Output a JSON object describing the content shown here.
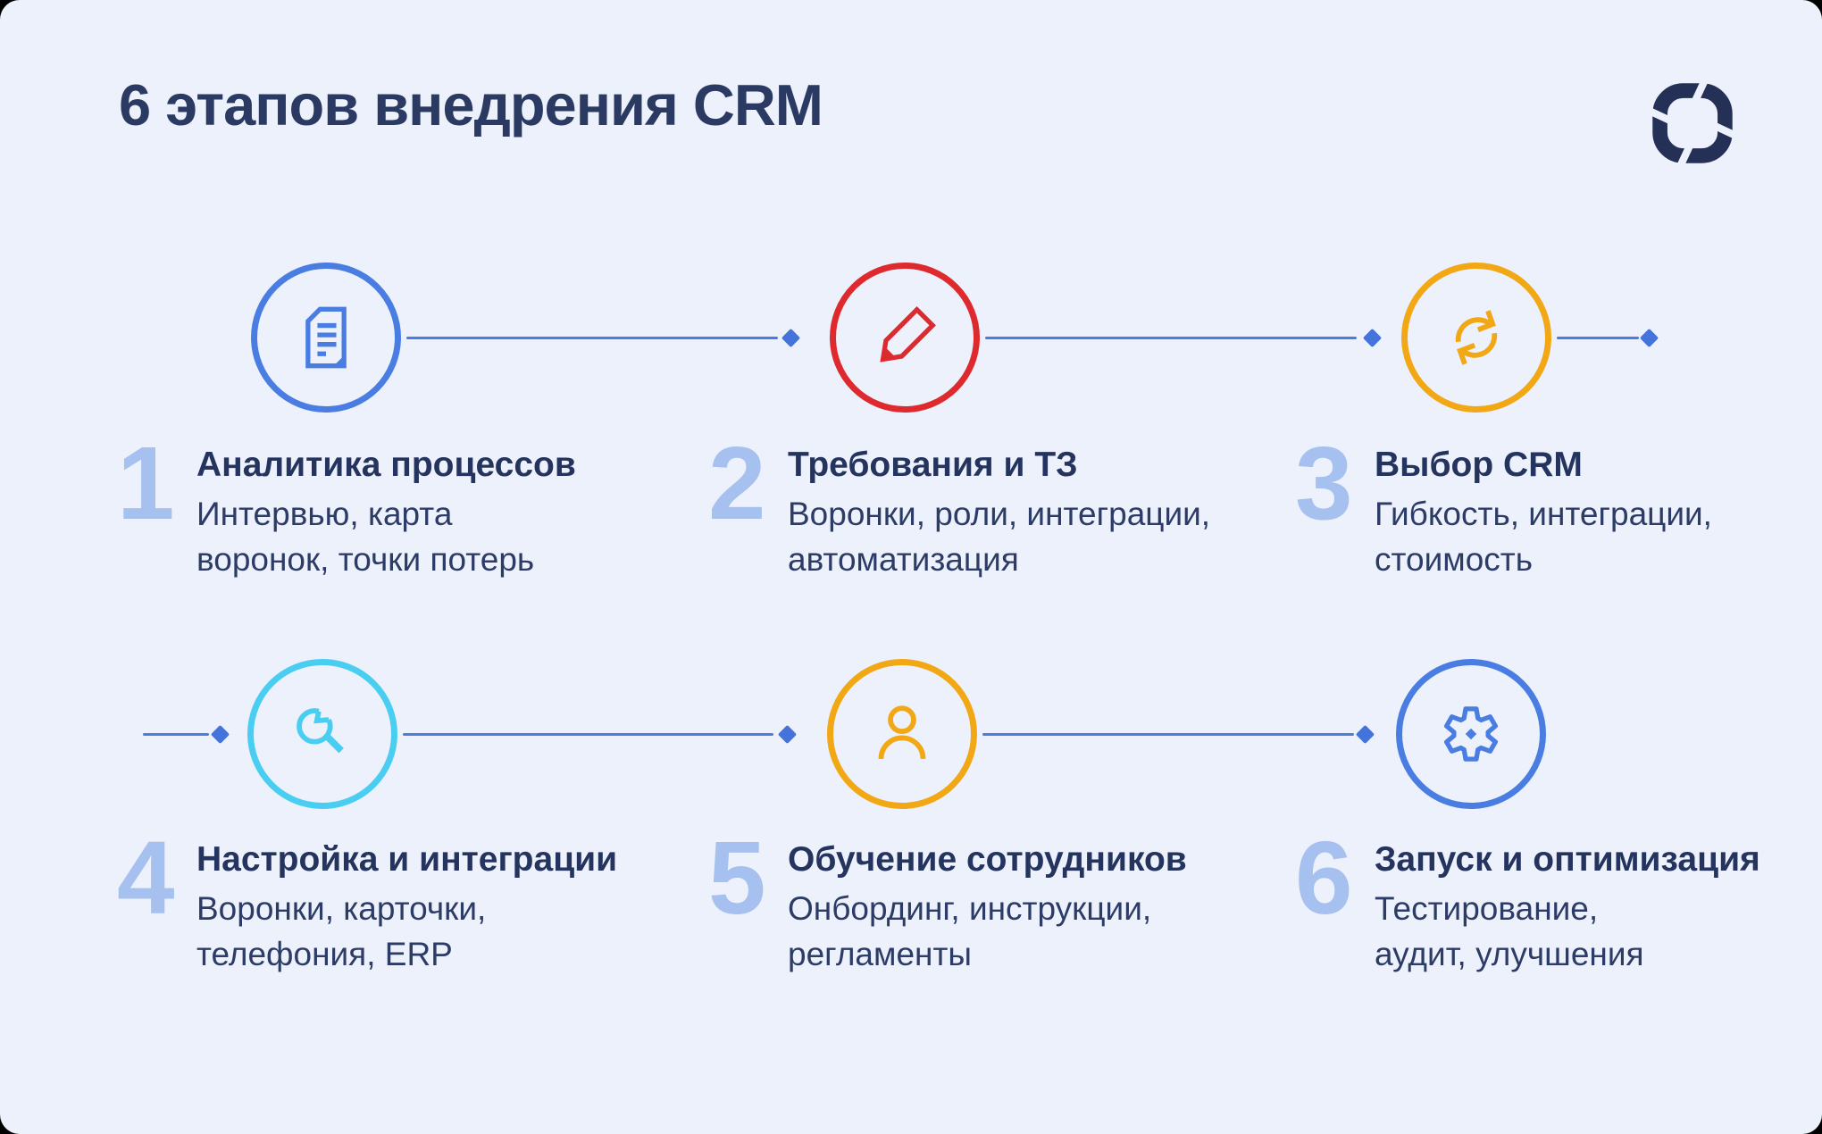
{
  "page": {
    "title": "6 этапов внедрения CRM",
    "background_color": "#ECF1FB",
    "title_color": "#2B3A63"
  },
  "logo": {
    "name": "rounded-square-segmented-mark",
    "color": "#253057"
  },
  "connector": {
    "line_color": "#4B7CDF",
    "arrow_color": "#4573DC",
    "arrow_shape": "diamond"
  },
  "palette": {
    "step_number": "#A6C1EF",
    "step_title": "#25345E",
    "step_description": "#2D3C66",
    "blue": "#4A7DE2",
    "red": "#DE2A2E",
    "yellow": "#F2A714",
    "cyan": "#49CEF2"
  },
  "steps": [
    {
      "number": "1",
      "title": "Аналитика процессов",
      "desc_lines": [
        "Интервью, карта",
        "воронок, точки потерь"
      ],
      "icon": "document-icon",
      "accent": "#4A7DE2"
    },
    {
      "number": "2",
      "title": "Требования и ТЗ",
      "desc_lines": [
        "Воронки, роли, интеграции,",
        "автоматизация"
      ],
      "icon": "pencil-icon",
      "accent": "#DE2A2E"
    },
    {
      "number": "3",
      "title": "Выбор CRM",
      "desc_lines": [
        "Гибкость, интеграции,",
        "стоимость"
      ],
      "icon": "sync-icon",
      "accent": "#F2A714"
    },
    {
      "number": "4",
      "title": "Настройка и интеграции",
      "desc_lines": [
        "Воронки, карточки,",
        "телефония, ERP"
      ],
      "icon": "wrench-icon",
      "accent": "#49CEF2"
    },
    {
      "number": "5",
      "title": "Обучение сотрудников",
      "desc_lines": [
        "Онбординг, инструкции,",
        "регламенты"
      ],
      "icon": "user-icon",
      "accent": "#F2A714"
    },
    {
      "number": "6",
      "title": "Запуск и оптимизация",
      "desc_lines": [
        "Тестирование,",
        "аудит, улучшения"
      ],
      "icon": "gear-icon",
      "accent": "#4A7DE2"
    }
  ]
}
